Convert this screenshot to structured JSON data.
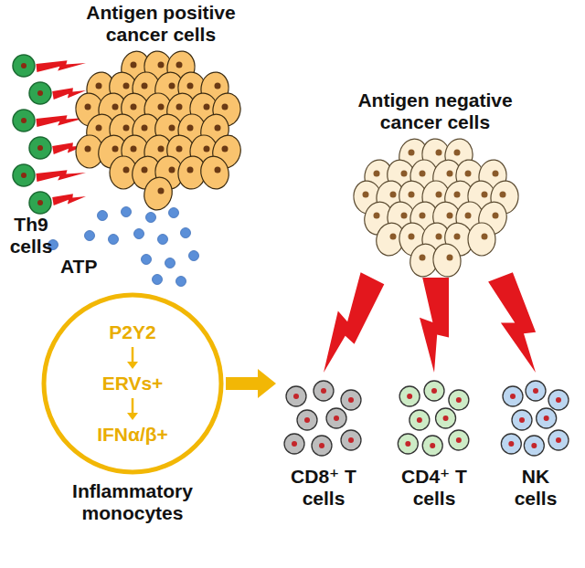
{
  "diagram": {
    "nodes": [
      {
        "text": [
          "Antigen positive cancer cells"
        ]
      },
      {
        "text": [
          "Th9 cells"
        ]
      },
      {
        "text": [
          "P2Y2",
          "ERVs+",
          "IFNα/β+",
          "Inflammatory monocytes"
        ]
      },
      {
        "text": [
          "Antigen negative cancer cells"
        ]
      },
      {
        "text": [
          "CD8⁺ T cells"
        ]
      },
      {
        "text": [
          "CD4⁺ T cells"
        ]
      },
      {
        "text": [
          "NK cells"
        ]
      }
    ],
    "edges": [
      {
        "from": 1,
        "to": 0,
        "arrow": "none"
      },
      {
        "from": 2,
        "to": 4,
        "arrow": "to"
      },
      {
        "from": 3,
        "to": 4,
        "arrow": "none"
      },
      {
        "from": 3,
        "to": 5,
        "arrow": "none"
      },
      {
        "from": 3,
        "to": 6,
        "arrow": "none"
      }
    ],
    "labels": [
      "ATP"
    ]
  }
}
